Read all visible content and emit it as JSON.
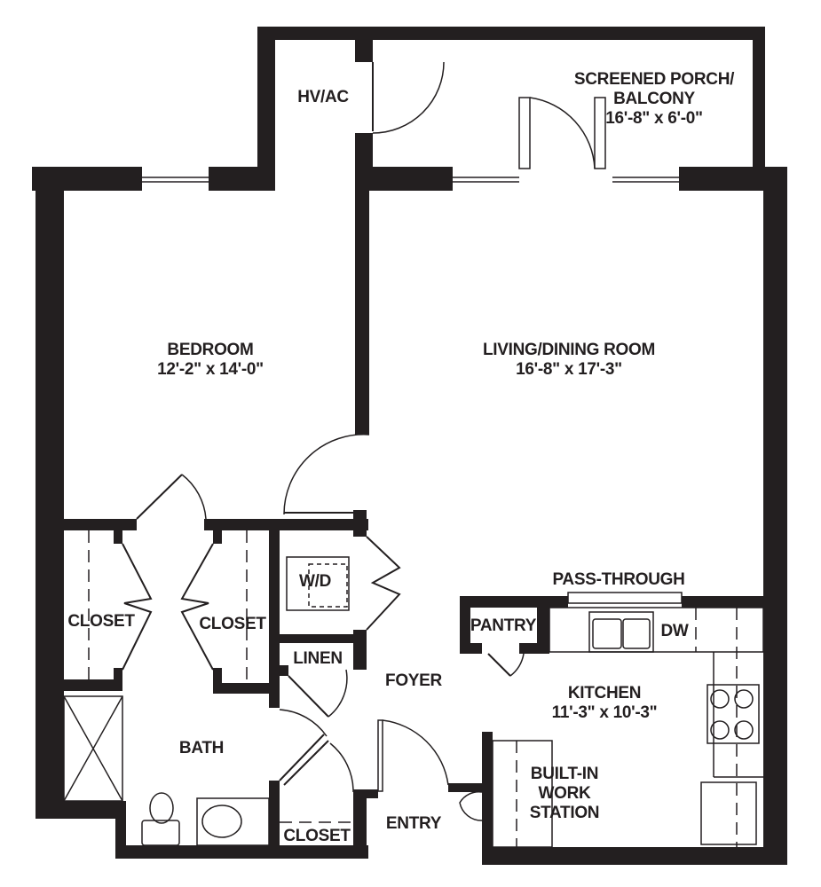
{
  "rooms": {
    "hvac": {
      "name": "HV/AC"
    },
    "porch": {
      "name": "SCREENED PORCH/",
      "name2": "BALCONY",
      "dims": "16'-8\" x 6'-0\""
    },
    "bedroom": {
      "name": "BEDROOM",
      "dims": "12'-2\" x 14'-0\""
    },
    "living": {
      "name": "LIVING/DINING ROOM",
      "dims": "16'-8\" x 17'-3\""
    },
    "closet_left": {
      "name": "CLOSET"
    },
    "closet_right": {
      "name": "CLOSET"
    },
    "washer_dryer": {
      "name": "W/D"
    },
    "linen": {
      "name": "LINEN"
    },
    "foyer": {
      "name": "FOYER"
    },
    "bath": {
      "name": "BATH"
    },
    "closet_entry": {
      "name": "CLOSET"
    },
    "entry": {
      "name": "ENTRY"
    },
    "pass_through": {
      "name": "PASS-THROUGH"
    },
    "pantry": {
      "name": "PANTRY"
    },
    "dishwasher": {
      "name": "DW"
    },
    "kitchen": {
      "name": "KITCHEN",
      "dims": "11'-3\" x 10'-3\""
    },
    "workstation": {
      "name": "BUILT-IN",
      "name2": "WORK",
      "name3": "STATION"
    }
  }
}
